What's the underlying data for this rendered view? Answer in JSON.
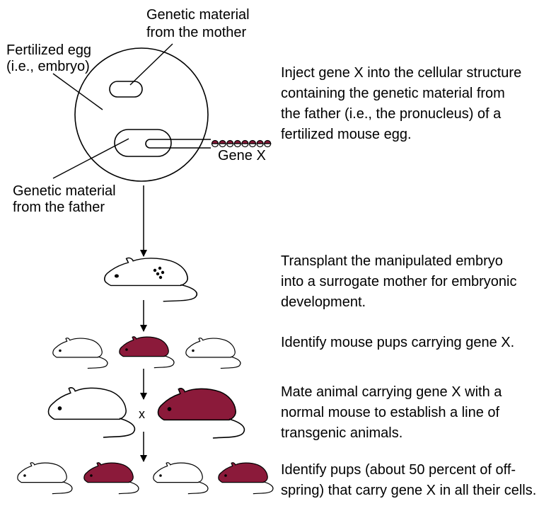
{
  "labels": {
    "mother_line1": "Genetic material",
    "mother_line2": "from the mother",
    "egg_line1": "Fertilized egg",
    "egg_line2": "(i.e., embryo)",
    "father_line1": "Genetic material",
    "father_line2": "from the father",
    "gene": "Gene X",
    "cross": "x"
  },
  "steps": [
    {
      "lines": [
        "Inject gene X into the cellular structure",
        "containing the genetic material from",
        "the father (i.e., the pronucleus) of a",
        "fertilized mouse egg."
      ]
    },
    {
      "lines": [
        "Transplant the manipulated embryo",
        "into a surrogate mother for embryonic",
        "development."
      ]
    },
    {
      "lines": [
        "Identify mouse pups carrying gene X."
      ]
    },
    {
      "lines": [
        "Mate animal carrying gene X with a",
        "normal mouse to establish a line of",
        "transgenic animals."
      ]
    },
    {
      "lines": [
        "Identify pups (about 50 percent of off-",
        "spring) that carry gene X in all their cells."
      ]
    }
  ],
  "colors": {
    "transgenic": "#8b1a3a",
    "normal": "#ffffff",
    "stroke": "#000000"
  }
}
